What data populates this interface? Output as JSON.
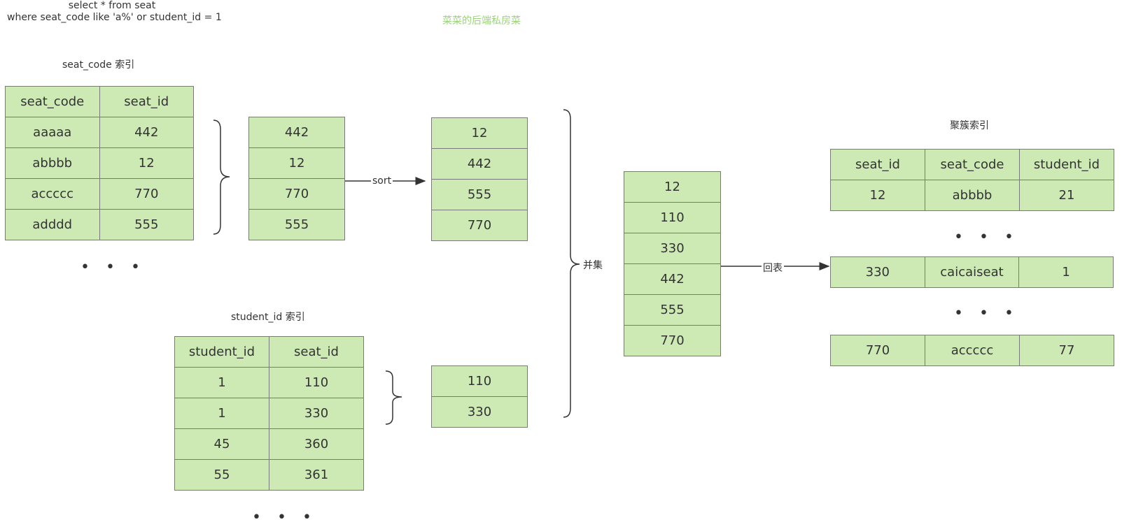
{
  "sql": {
    "line1": "select * from seat",
    "line2": "where seat_code like 'a%' or student_id = 1"
  },
  "watermark": "菜菜的后端私房菜",
  "seat_code_index": {
    "caption": "seat_code 索引",
    "header": [
      "seat_code",
      "seat_id"
    ],
    "rows": [
      [
        "aaaaa",
        "442"
      ],
      [
        "abbbb",
        "12"
      ],
      [
        "accccc",
        "770"
      ],
      [
        "adddd",
        "555"
      ]
    ],
    "ellipsis": "• • •"
  },
  "seat_code_ids": [
    "442",
    "12",
    "770",
    "555"
  ],
  "sort_label": "sort",
  "sorted_ids": [
    "12",
    "442",
    "555",
    "770"
  ],
  "student_id_index": {
    "caption": "student_id  索引",
    "header": [
      "student_id",
      "seat_id"
    ],
    "rows": [
      [
        "1",
        "110"
      ],
      [
        "1",
        "330"
      ],
      [
        "45",
        "360"
      ],
      [
        "55",
        "361"
      ]
    ],
    "ellipsis": "• • •"
  },
  "student_ids": [
    "110",
    "330"
  ],
  "union_label": "并集",
  "union_ids": [
    "12",
    "110",
    "330",
    "442",
    "555",
    "770"
  ],
  "lookup_label": "回表",
  "clustered_index": {
    "caption": "聚簇索引",
    "header": [
      "seat_id",
      "seat_code",
      "student_id"
    ],
    "row1": [
      "12",
      "abbbb",
      "21"
    ],
    "row2": [
      "330",
      "caicaiseat",
      "1"
    ],
    "row3": [
      "770",
      "accccc",
      "77"
    ],
    "ellipsis1": "• • •",
    "ellipsis2": "• • •"
  }
}
